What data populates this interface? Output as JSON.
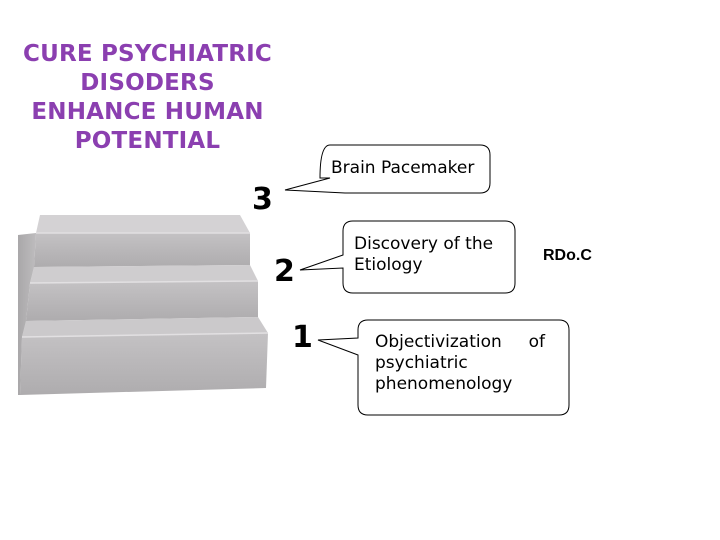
{
  "title": {
    "lines": [
      "CURE PSYCHIATRIC",
      "DISODERS",
      "ENHANCE HUMAN",
      "POTENTIAL"
    ]
  },
  "steps": [
    {
      "number": "3",
      "label": "Brain Pacemaker"
    },
    {
      "number": "2",
      "label": "Discovery of the Etiology"
    },
    {
      "number": "1",
      "label": "Objectivization of psychiatric phenomenology"
    }
  ],
  "side_label": "RDo.C",
  "colors": {
    "title": "#8b3fb0",
    "stairs": "#b8b6b8",
    "stairs_shadow": "#8e8c8e",
    "stairs_top": "#d2d0d2"
  }
}
